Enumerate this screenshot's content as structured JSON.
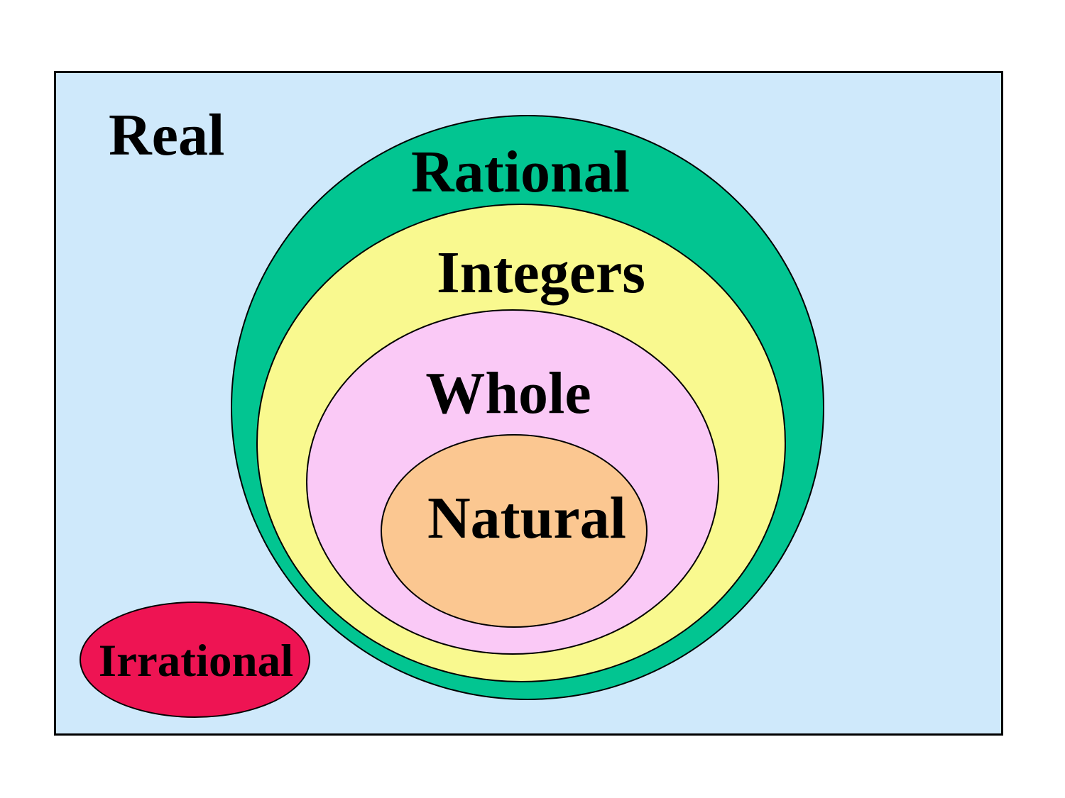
{
  "diagram": {
    "canvas_background": "#ffffff",
    "outline_color": "#000000",
    "text_color": "#000000",
    "sets": {
      "real": {
        "label": "Real",
        "fill": "#cfe9fb"
      },
      "rational": {
        "label": "Rational",
        "fill": "#02c591"
      },
      "integers": {
        "label": "Integers",
        "fill": "#f9f98f"
      },
      "whole": {
        "label": "Whole",
        "fill": "#fac9f6"
      },
      "natural": {
        "label": "Natural",
        "fill": "#fbc791"
      },
      "irrational": {
        "label": "Irrational",
        "fill": "#ee1453"
      }
    }
  }
}
